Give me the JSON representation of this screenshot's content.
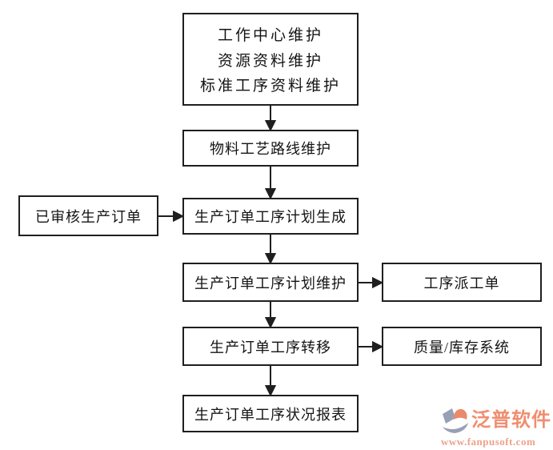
{
  "flowchart": {
    "boxes": {
      "master_data": {
        "lines": [
          "工作中心维护",
          "资源资料维护",
          "标准工序资料维护"
        ]
      },
      "routing": {
        "label": "物料工艺路线维护"
      },
      "approved_order": {
        "label": "已审核生产订单"
      },
      "plan_generate": {
        "label": "生产订单工序计划生成"
      },
      "plan_maintain": {
        "label": "生产订单工序计划维护"
      },
      "dispatch_ticket": {
        "label": "工序派工单"
      },
      "process_transfer": {
        "label": "生产订单工序转移"
      },
      "quality_inventory": {
        "label": "质量/库存系统"
      },
      "status_report": {
        "label": "生产订单工序状况报表"
      }
    },
    "line_color": "#1f1f1f",
    "box_border_color": "#1f1f1f",
    "text_color": "#141414",
    "background": "#ffffff"
  },
  "logo": {
    "brand": "泛普软件",
    "website": "www.fanpusoft.com",
    "brand_color": "#ef8e6f",
    "url_color": "#efa18b",
    "icon_gray": "#98a0b5",
    "icon_orange": "#e98a6d"
  }
}
